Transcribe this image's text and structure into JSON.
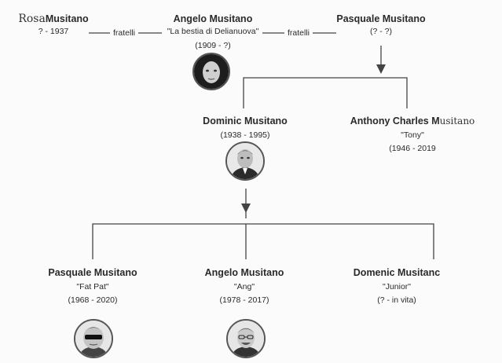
{
  "people": {
    "rosa": {
      "name_hand": "Rosa",
      "name_print": "Musitano",
      "dates": "? - 1937"
    },
    "angelo_sr": {
      "name": "Angelo Musitano",
      "nick": "\"La bestia di Delianuova\"",
      "dates": "(1909 - ?)"
    },
    "pasquale_sr": {
      "name": "Pasquale Musitano",
      "dates": "(? - ?)"
    },
    "dominic": {
      "name": "Dominic Musitano",
      "dates": "(1938 - 1995)"
    },
    "anthony": {
      "name_print": "Anthony Charles M",
      "name_hand": "usitano",
      "nick": "\"Tony\"",
      "dates": "(1946 - 2019"
    },
    "pasquale_jr": {
      "name": "Pasquale Musitano",
      "nick": "\"Fat Pat\"",
      "dates": "(1968 - 2020)"
    },
    "angelo_jr": {
      "name": "Angelo Musitano",
      "nick": "\"Ang\"",
      "dates": "(1978 - 2017)"
    },
    "domenic": {
      "name": "Domenic Musitanc",
      "nick": "\"Junior\"",
      "dates": "(? - in vita)"
    }
  },
  "relations": {
    "left": "fratelli",
    "right": "fratelli"
  },
  "icons": {
    "portrait": "person-portrait-icon",
    "arrow": "arrow-down-icon"
  }
}
